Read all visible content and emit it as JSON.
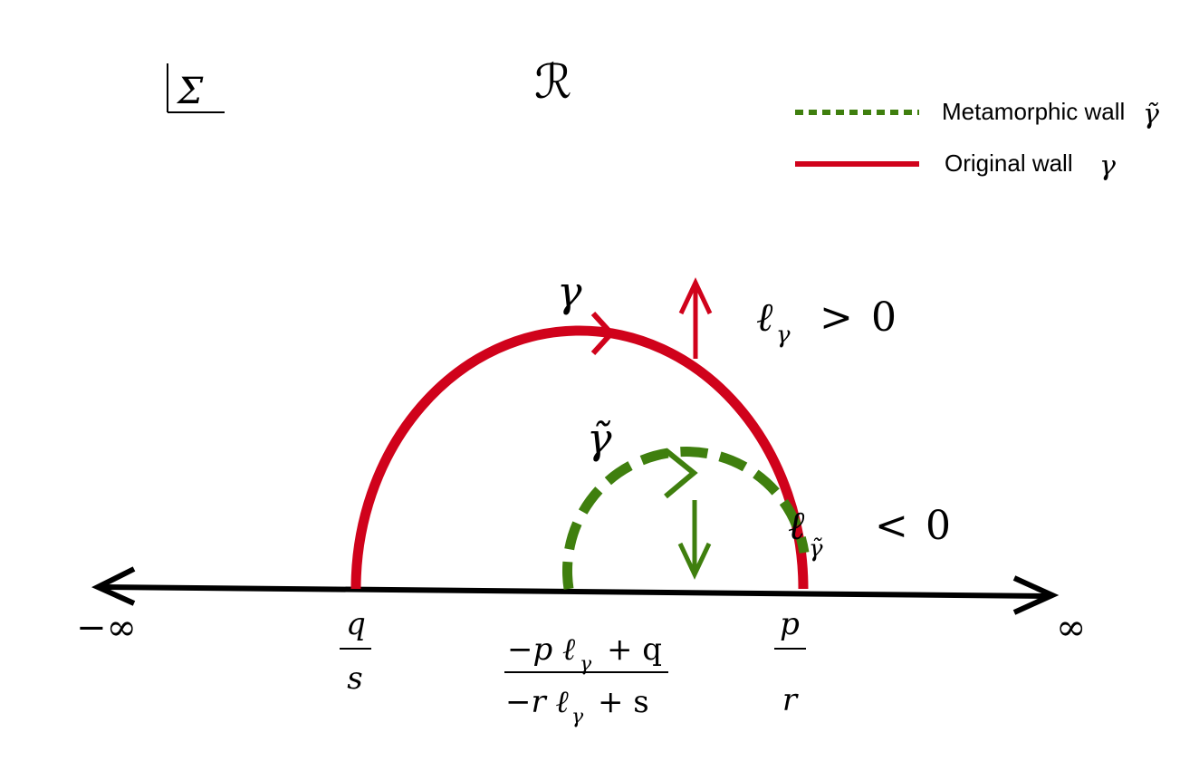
{
  "colors": {
    "original_wall": "#d0021b",
    "metamorphic_wall": "#3f7f0e",
    "axis": "#000000"
  },
  "header": {
    "sigma_label": "Σ",
    "region_label": "ℛ"
  },
  "legend": {
    "metamorphic_label": "Metamorphic wall",
    "metamorphic_symbol": "γ̃",
    "original_label": "Original wall",
    "original_symbol": "γ"
  },
  "curves": {
    "original_label": "γ",
    "metamorphic_label": "γ̃"
  },
  "annotations": {
    "ell_gamma_positive": {
      "ell": "ℓ",
      "sub": "γ",
      "rel": ">",
      "value": "0"
    },
    "ell_tilde_negative": {
      "ell": "ℓ",
      "sub": "γ̃",
      "rel": "<",
      "value": "0"
    }
  },
  "axis_labels": {
    "minus_infinity": "−∞",
    "infinity": "∞",
    "q_over_s": {
      "num": "q",
      "den": "s"
    },
    "p_over_r": {
      "num": "p",
      "den": "r"
    },
    "mobius": {
      "num_a": "−p ℓ",
      "num_sub": "γ",
      "num_b": "+ q",
      "den_a": "−r ℓ",
      "den_sub": "γ",
      "den_b": "+ s"
    }
  }
}
